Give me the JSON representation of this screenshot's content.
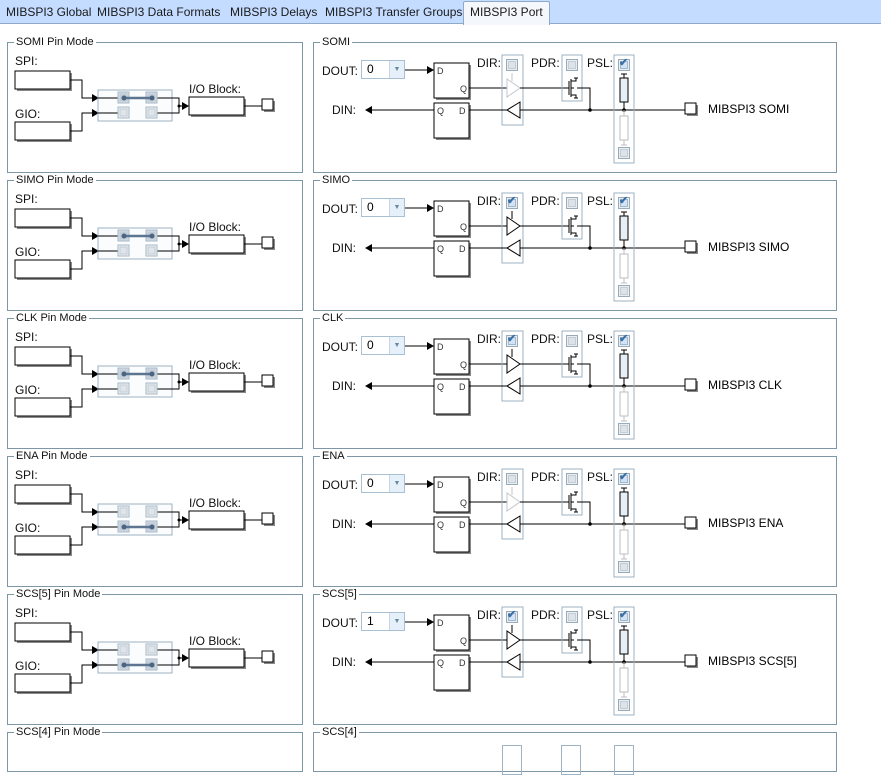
{
  "tabs": [
    {
      "label": "MIBSPI3 Global",
      "active": false
    },
    {
      "label": "MIBSPI3 Data Formats",
      "active": false
    },
    {
      "label": "MIBSPI3 Delays",
      "active": false
    },
    {
      "label": "MIBSPI3 Transfer Groups",
      "active": false
    },
    {
      "label": "MIBSPI3 Port",
      "active": true
    }
  ],
  "labels": {
    "spi": "SPI:",
    "gio": "GIO:",
    "io_block": "I/O Block:",
    "dout": "DOUT:",
    "din": "DIN:",
    "dir": "DIR:",
    "pdr": "PDR:",
    "psl": "PSL:",
    "d": "D",
    "q": "Q"
  },
  "pins": [
    {
      "name": "SOMI",
      "mode_title": "SOMI Pin Mode",
      "mode": "SPI",
      "dout": "0",
      "dir": false,
      "pdr": false,
      "psl": true,
      "pull_down": false,
      "pin_label": "MIBSPI3 SOMI"
    },
    {
      "name": "SIMO",
      "mode_title": "SIMO Pin Mode",
      "mode": "SPI",
      "dout": "0",
      "dir": true,
      "pdr": false,
      "psl": true,
      "pull_down": false,
      "pin_label": "MIBSPI3 SIMO"
    },
    {
      "name": "CLK",
      "mode_title": "CLK Pin Mode",
      "mode": "SPI",
      "dout": "0",
      "dir": true,
      "pdr": false,
      "psl": true,
      "pull_down": false,
      "pin_label": "MIBSPI3 CLK"
    },
    {
      "name": "ENA",
      "mode_title": "ENA Pin Mode",
      "mode": "GIO",
      "dout": "0",
      "dir": false,
      "pdr": false,
      "psl": true,
      "pull_down": false,
      "pin_label": "MIBSPI3 ENA"
    },
    {
      "name": "SCS[5]",
      "mode_title": "SCS[5] Pin Mode",
      "mode": "GIO",
      "dout": "1",
      "dir": true,
      "pdr": false,
      "psl": true,
      "pull_down": false,
      "pin_label": "MIBSPI3 SCS[5]"
    },
    {
      "name": "SCS[4]",
      "mode_title": "SCS[4] Pin Mode",
      "mode": "",
      "dout": "",
      "dir": null,
      "pdr": null,
      "psl": null,
      "pull_down": null,
      "pin_label": ""
    }
  ]
}
